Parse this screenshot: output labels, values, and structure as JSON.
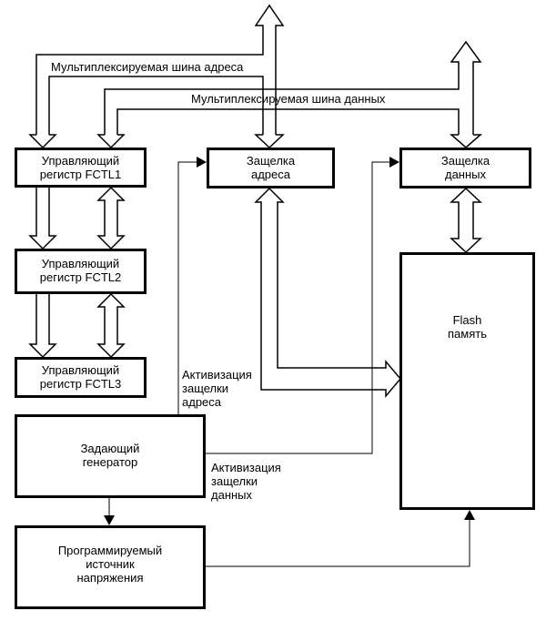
{
  "buses": {
    "address_bus": "Мультиплексируемая шина адреса",
    "data_bus": "Мультиплексируемая шина данных"
  },
  "blocks": {
    "fctl1": [
      "Управляющий",
      "регистр FCTL1"
    ],
    "fctl2": [
      "Управляющий",
      "регистр FCTL2"
    ],
    "fctl3": [
      "Управляющий",
      "регистр FCTL3"
    ],
    "address_latch": [
      "Защелка",
      "адреса"
    ],
    "data_latch": [
      "Защелка",
      "данных"
    ],
    "flash": [
      "Flash",
      "память"
    ],
    "generator": [
      "Задающий",
      "генератор"
    ],
    "voltage_source": [
      "Программируемый",
      "источник",
      "напряжения"
    ]
  },
  "signals": {
    "address_latch_enable": [
      "Активизация",
      "защелки",
      "адреса"
    ],
    "data_latch_enable": [
      "Активизация",
      "защелки",
      "данных"
    ]
  }
}
